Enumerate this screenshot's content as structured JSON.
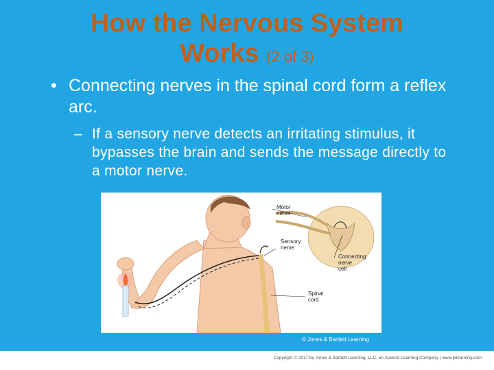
{
  "slide": {
    "title_main": "How the Nervous System",
    "title_line2": "Works",
    "title_suffix": "(2 of 3)",
    "bullet_marker": "•",
    "bullet_text": "Connecting nerves in the spinal cord form a reflex arc.",
    "sub_marker": "–",
    "sub_text": "If a sensory nerve detects an irritating stimulus, it bypasses the brain and sends the message directly to a motor nerve."
  },
  "figure": {
    "labels": {
      "motor": "Motor nerve",
      "sensory": "Sensory nerve",
      "connecting": "Connecting nerve cell",
      "spinal": "Spinal cord"
    },
    "credit": "© Jones & Bartlett Learning"
  },
  "footer": {
    "copyright": "Copyright © 2017 by Jones & Bartlett Learning, LLC, an Ascend Learning Company | www.jblearning.com"
  },
  "colors": {
    "background": "#22A6E3",
    "title": "#C1601B",
    "text": "#FFFFFF"
  }
}
